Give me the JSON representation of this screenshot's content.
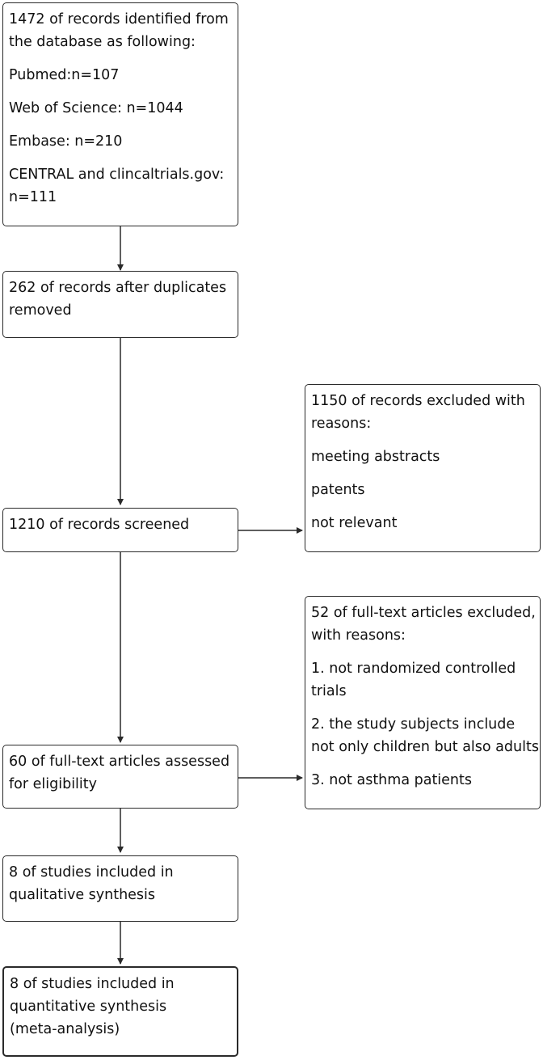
{
  "identification": {
    "lines": [
      "1472 of records identified from",
      "the database as following:",
      "Pubmed:n=107",
      "Web of Science: n=1044",
      "Embase: n=210",
      "CENTRAL and clincaltrials.gov:",
      "n=111"
    ]
  },
  "duplicates_removed": {
    "lines": [
      "262 of records after duplicates",
      "removed"
    ]
  },
  "screened": {
    "lines": [
      "1210 of records screened"
    ]
  },
  "screen_excluded": {
    "lines": [
      "1150 of records excluded with",
      "reasons:",
      "meeting abstracts",
      "patents",
      "not relevant"
    ]
  },
  "eligibility": {
    "lines": [
      "60 of full-text articles assessed",
      "for eligibility"
    ]
  },
  "fulltext_excluded": {
    "lines": [
      "52 of full-text articles excluded,",
      "with reasons:",
      "1. not randomized controlled",
      "trials",
      "2. the study subjects include",
      "not only children but also adults",
      "3. not asthma patients"
    ]
  },
  "qualitative": {
    "lines": [
      "8 of studies included in",
      "qualitative synthesis"
    ]
  },
  "quantitative": {
    "lines": [
      "8 of studies included in",
      "quantitative synthesis",
      "(meta-analysis)"
    ]
  }
}
